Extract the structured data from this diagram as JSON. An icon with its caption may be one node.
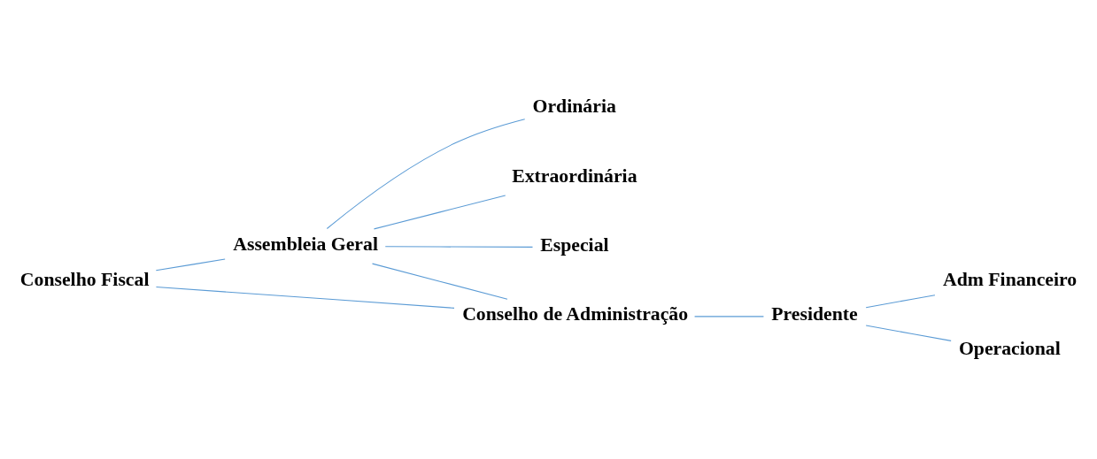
{
  "diagram": {
    "nodes": [
      {
        "text": [
          "Conselho Fiscal"
        ]
      },
      {
        "text": [
          "Assembleia Geral"
        ]
      },
      {
        "text": [
          "Ordinária"
        ]
      },
      {
        "text": [
          "Extraordinária"
        ]
      },
      {
        "text": [
          "Especial"
        ]
      },
      {
        "text": [
          "Conselho de Administração"
        ]
      },
      {
        "text": [
          "Presidente"
        ]
      },
      {
        "text": [
          "Adm Financeiro"
        ]
      },
      {
        "text": [
          "Operacional"
        ]
      }
    ],
    "edges": [
      {
        "from": 1,
        "to": 5,
        "arrow": "none"
      },
      {
        "from": 0,
        "to": 1,
        "arrow": "none"
      },
      {
        "from": 0,
        "to": 5,
        "arrow": "none"
      },
      {
        "from": 1,
        "to": 2,
        "arrow": "none"
      },
      {
        "from": 1,
        "to": 3,
        "arrow": "none"
      },
      {
        "from": 1,
        "to": 4,
        "arrow": "none"
      },
      {
        "from": 5,
        "to": 6,
        "arrow": "none"
      },
      {
        "from": 6,
        "to": 7,
        "arrow": "none"
      },
      {
        "from": 6,
        "to": 8,
        "arrow": "none"
      }
    ]
  }
}
